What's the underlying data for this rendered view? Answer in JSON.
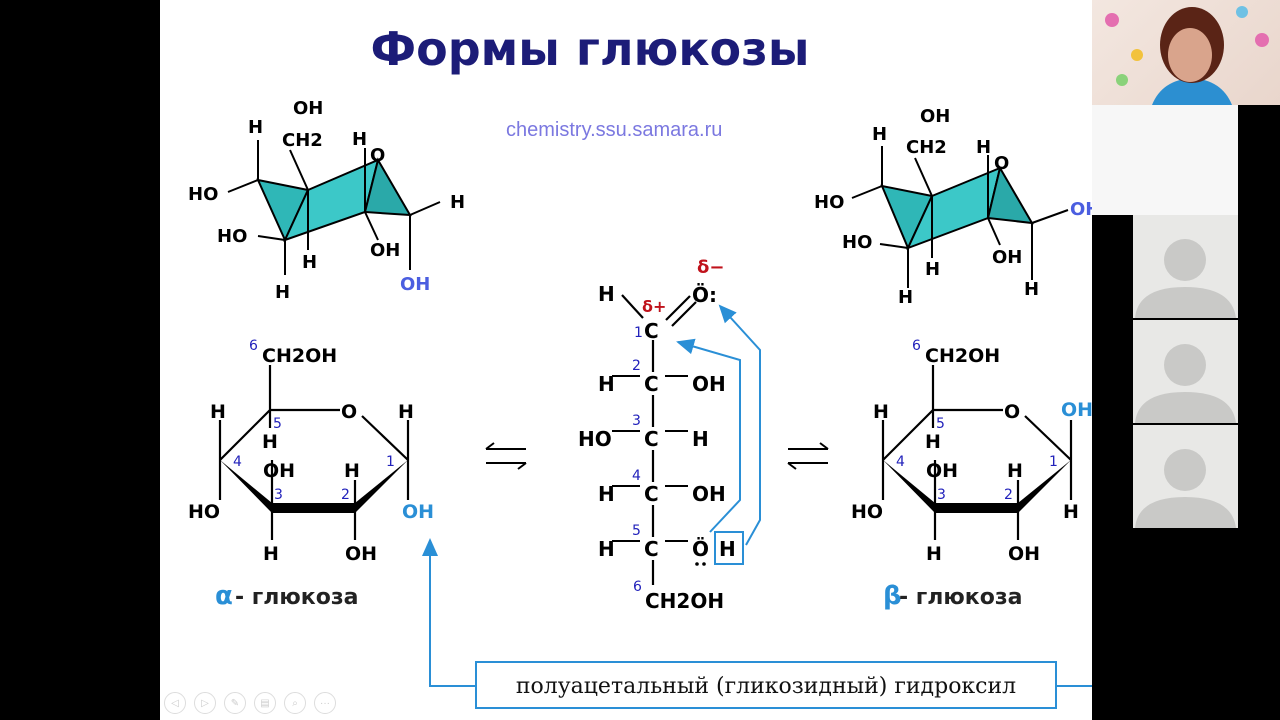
{
  "slide": {
    "title": "Формы глюкозы",
    "source": "chemistry.ssu.samara.ru",
    "alpha_chair": {
      "oh_ch2": "OH",
      "ch2": "CH2",
      "h_top": "H",
      "h_o": "H",
      "o": "O",
      "ho1": "HO",
      "ho2": "HO",
      "h_right": "H",
      "oh_mid": "OH",
      "h_mid": "H",
      "h_bot": "H",
      "oh_anomeric": "OH"
    },
    "beta_chair": {
      "oh_ch2": "OH",
      "ch2": "CH2",
      "h_top": "H",
      "h_o": "H",
      "o": "O",
      "ho1": "HO",
      "ho2": "HO",
      "oh_anomeric": "OH",
      "oh_mid": "OH",
      "h_mid": "H",
      "h_bot": "H",
      "h_bot2": "H"
    },
    "alpha_haworth": {
      "ch2oh": "CH2OH",
      "o": "O",
      "h4": "H",
      "h5": "H",
      "h1": "H",
      "ho4": "HO",
      "oh3": "OH",
      "h2": "H",
      "h3": "H",
      "oh2": "OH",
      "oh1": "OH",
      "n": [
        "6",
        "5",
        "4",
        "3",
        "2",
        "1"
      ],
      "caption_greek": "α",
      "caption": "- глюкоза"
    },
    "beta_haworth": {
      "ch2oh": "CH2OH",
      "o": "O",
      "h4": "H",
      "h5": "H",
      "oh1": "OH",
      "ho4": "HO",
      "oh3": "OH",
      "h2": "H",
      "h3": "H",
      "oh2": "OH",
      "h1": "H",
      "n": [
        "6",
        "5",
        "4",
        "3",
        "2",
        "1"
      ],
      "caption_greek": "β",
      "caption": "- глюкоза"
    },
    "open_chain": {
      "delta_minus": "δ−",
      "delta_plus": "δ+",
      "o": "Ö:",
      "h_ald": "H",
      "c1": "C",
      "rows": [
        {
          "num": "2",
          "left": "H",
          "c": "C",
          "right": "OH"
        },
        {
          "num": "3",
          "left": "HO",
          "c": "C",
          "right": "H"
        },
        {
          "num": "4",
          "left": "H",
          "c": "C",
          "right": "OH"
        },
        {
          "num": "5",
          "left": "H",
          "c": "C",
          "right": "Ö"
        }
      ],
      "n1": "1",
      "h_box": "H",
      "n6": "6",
      "ch2oh": "CH2OH"
    },
    "hydroxyl_label": "полуацетальный (гликозидный) гидроксил"
  },
  "toolbar": {
    "prev": "◁",
    "next": "▷",
    "pen": "✎",
    "slides": "▤",
    "zoom": "⌕",
    "more": "···"
  },
  "colors": {
    "title": "#1c1c78",
    "ring": "#2fb7b7",
    "accent_blue": "#2a8fd6",
    "delta_red": "#c0121b",
    "number_blue": "#2222bb"
  }
}
